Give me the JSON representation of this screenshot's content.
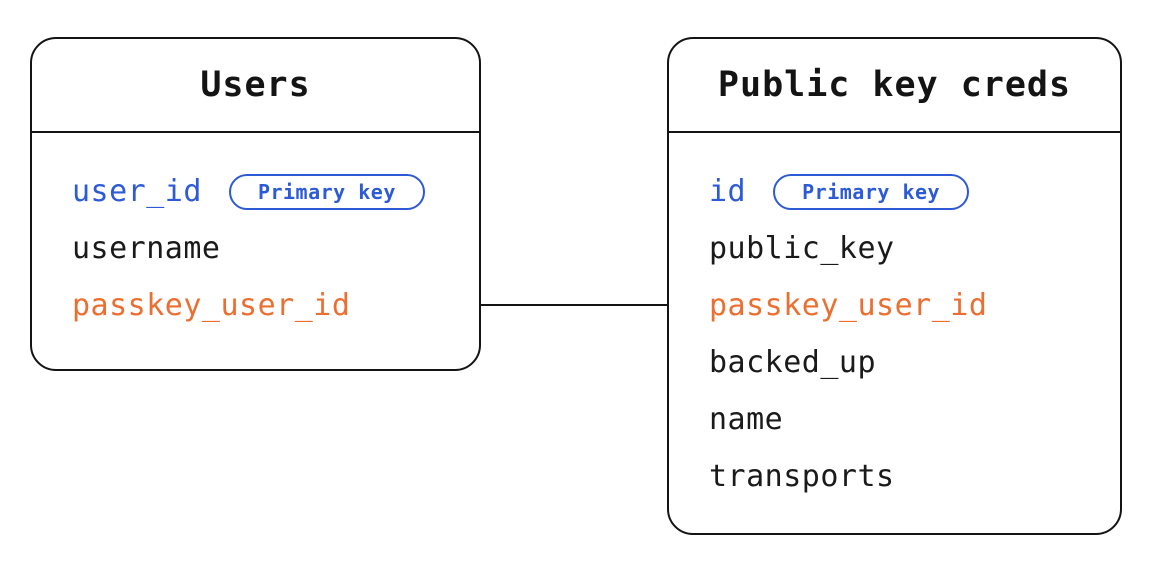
{
  "diagram": {
    "type": "entity-relationship",
    "colors": {
      "primary_key_blue": "#2d5bd7",
      "foreign_key_orange": "#ec6f32",
      "border_black": "#141414",
      "background": "#ffffff"
    },
    "tables": [
      {
        "title": "Users",
        "fields": [
          {
            "name": "user_id",
            "badge": "Primary key"
          },
          {
            "name": "username"
          },
          {
            "name": "passkey_user_id"
          }
        ]
      },
      {
        "title": "Public key creds",
        "fields": [
          {
            "name": "id",
            "badge": "Primary key"
          },
          {
            "name": "public_key"
          },
          {
            "name": "passkey_user_id"
          },
          {
            "name": "backed_up"
          },
          {
            "name": "name"
          },
          {
            "name": "transports"
          }
        ]
      }
    ],
    "relationship": {
      "from": "Users.passkey_user_id",
      "to": "Public key creds.passkey_user_id",
      "style": "straight-line"
    }
  }
}
